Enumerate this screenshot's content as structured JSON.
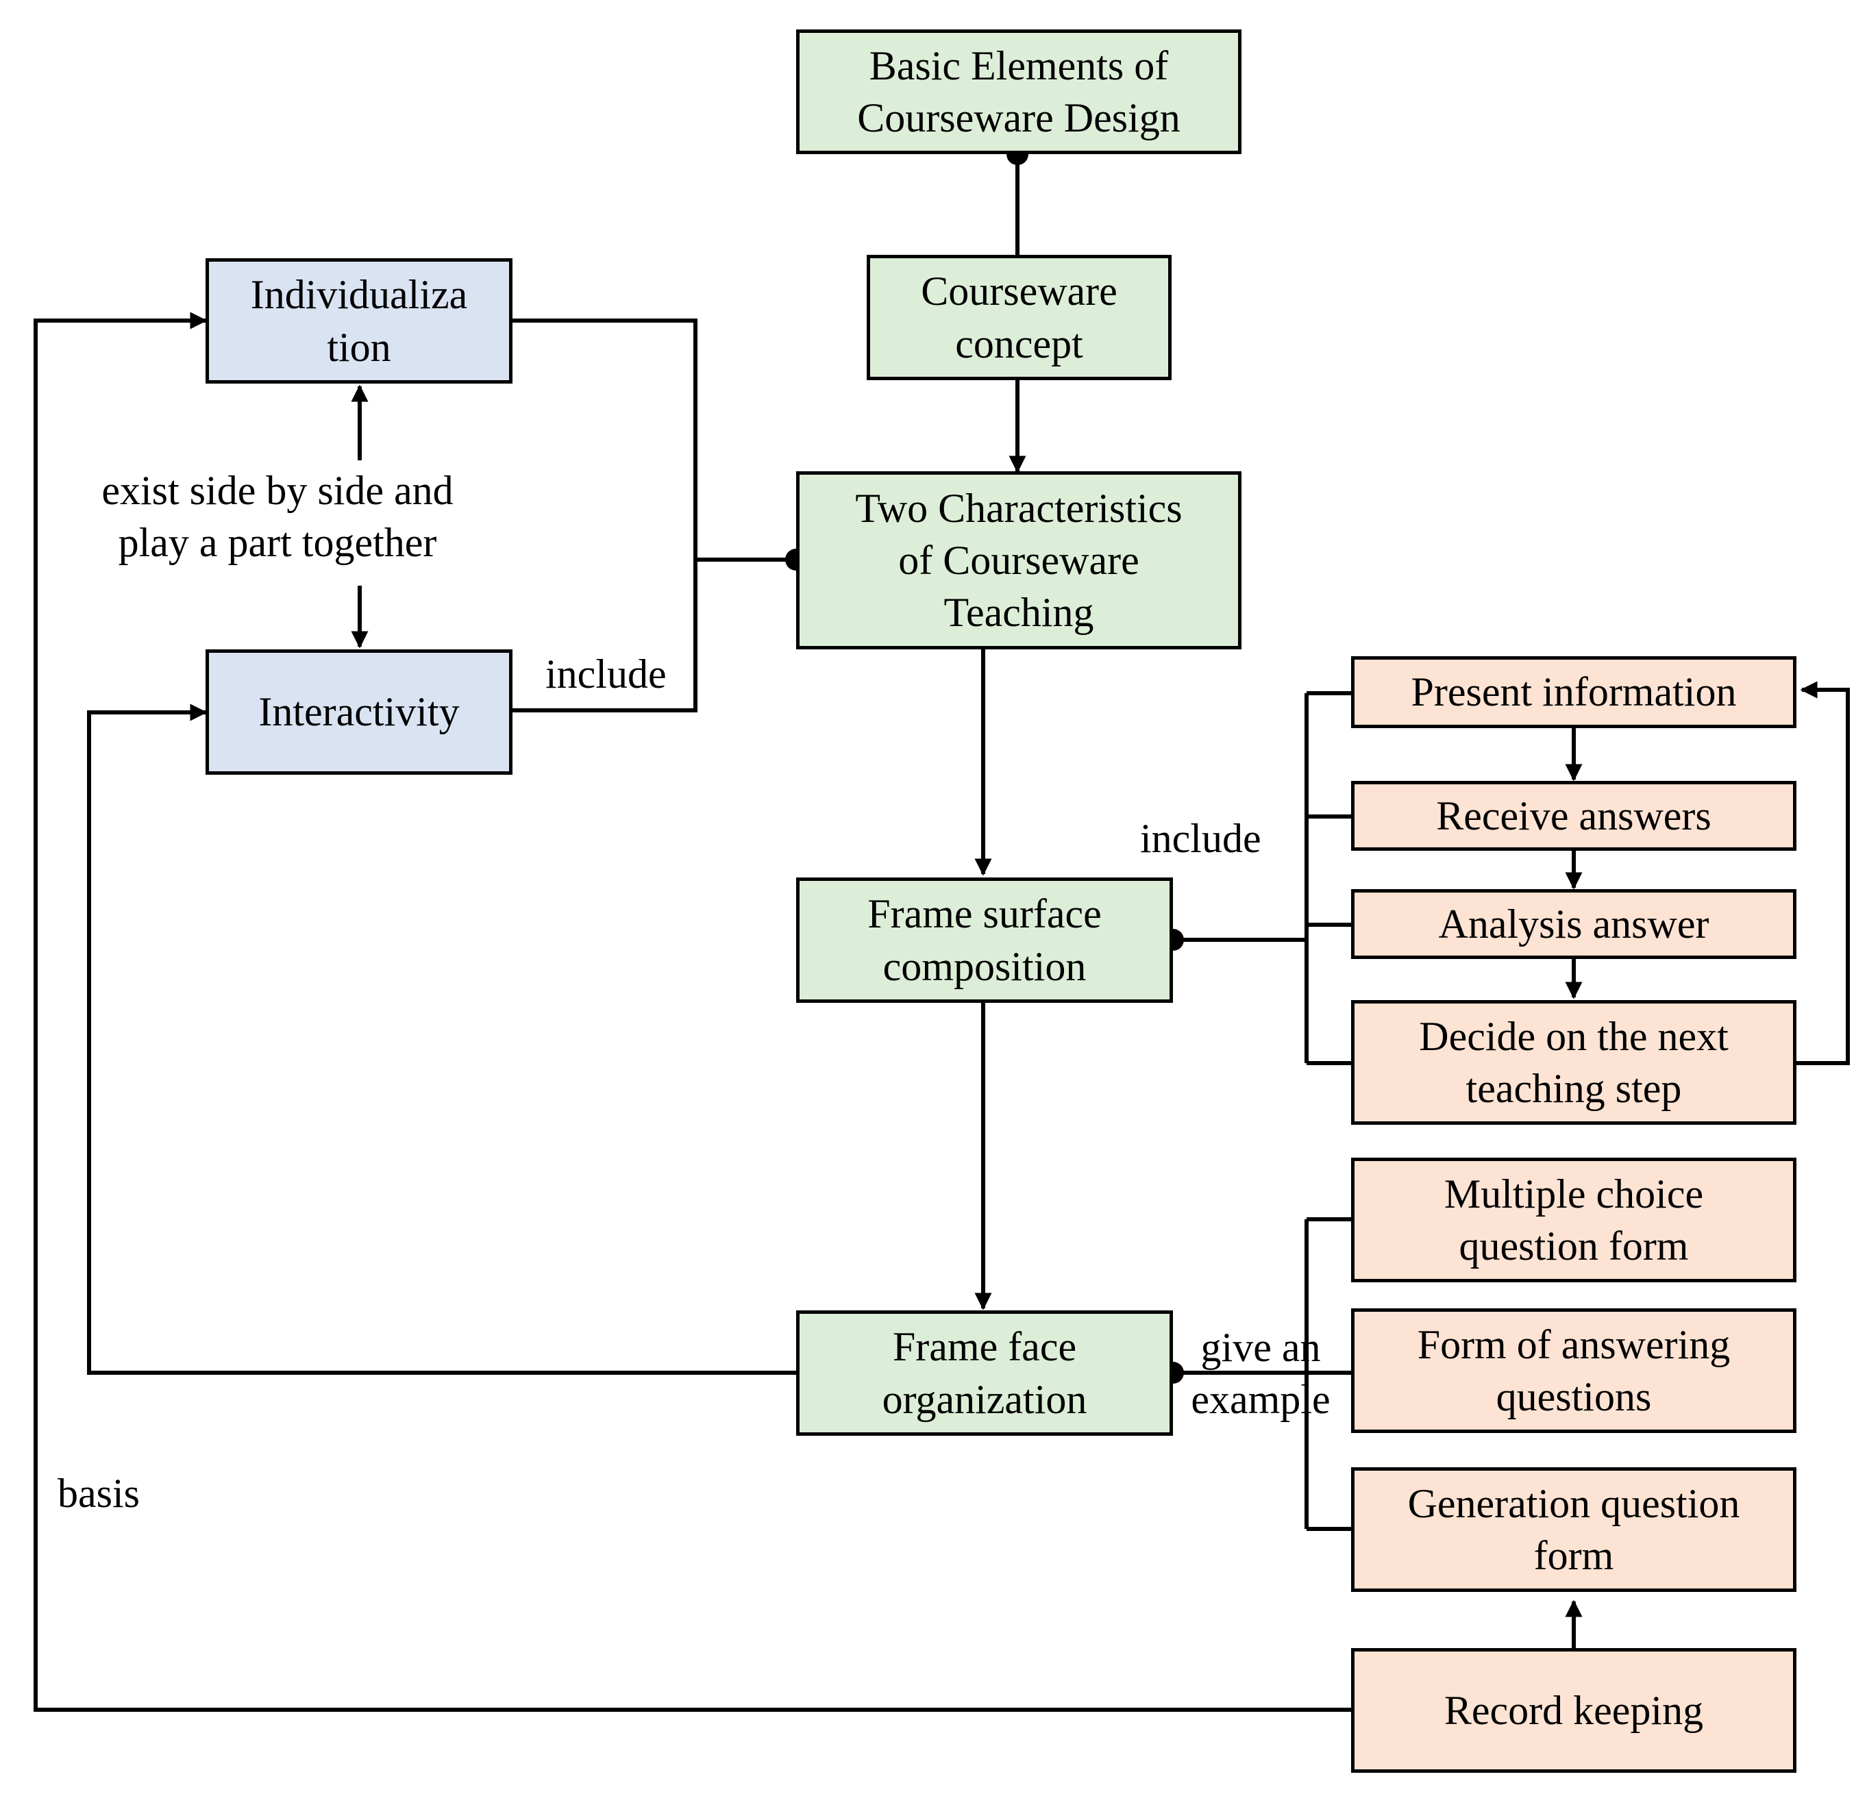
{
  "nodes": {
    "basic_elements": [
      "Basic Elements of",
      "Courseware Design"
    ],
    "courseware_concept": [
      "Courseware",
      "concept"
    ],
    "two_characteristics": [
      "Two Characteristics",
      "of Courseware",
      "Teaching"
    ],
    "individualization": [
      "Individualiza",
      "tion"
    ],
    "interactivity": [
      "Interactivity"
    ],
    "frame_surface": [
      "Frame surface",
      "composition"
    ],
    "frame_face": [
      "Frame face",
      "organization"
    ],
    "present_information": [
      "Present information"
    ],
    "receive_answers": [
      "Receive answers"
    ],
    "analysis_answer": [
      "Analysis answer"
    ],
    "decide_next": [
      "Decide on the next",
      "teaching step"
    ],
    "multiple_choice": [
      "Multiple choice",
      "question form"
    ],
    "form_answering": [
      "Form of answering",
      "questions"
    ],
    "generation_question": [
      "Generation question",
      "form"
    ],
    "record_keeping": [
      "Record keeping"
    ]
  },
  "edge_labels": {
    "exist_side_by_side": [
      "exist side by side and",
      "play a part together"
    ],
    "include_left": "include",
    "include_right": "include",
    "give_example": [
      "give an",
      "example"
    ],
    "basis": "basis"
  },
  "colors": {
    "green": "#ddeed8",
    "blue": "#d9e3f2",
    "peach": "#fce3d3",
    "line": "#000000"
  }
}
